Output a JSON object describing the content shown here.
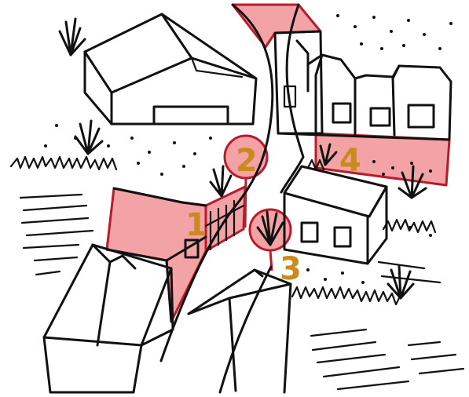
{
  "colors": {
    "ink": "#111111",
    "zone_fill": "#f3a3a6",
    "zone_stroke": "#b81c2a",
    "label": "#c98a1e"
  },
  "markers": [
    {
      "label": "1"
    },
    {
      "label": "2"
    },
    {
      "label": "3"
    },
    {
      "label": "4"
    }
  ]
}
